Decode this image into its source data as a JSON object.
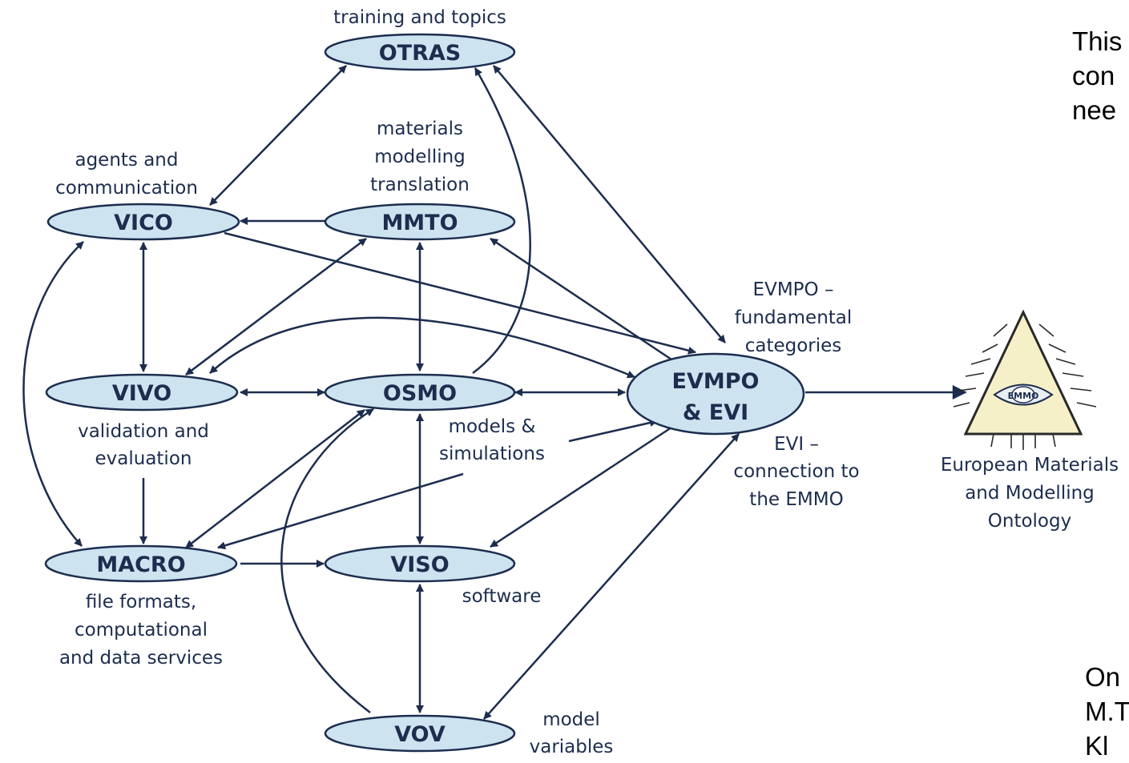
{
  "nodes": [
    {
      "id": "otras",
      "label": "OTRAS"
    },
    {
      "id": "vico",
      "label": "VICO"
    },
    {
      "id": "mmto",
      "label": "MMTO"
    },
    {
      "id": "vivo",
      "label": "VIVO"
    },
    {
      "id": "osmo",
      "label": "OSMO"
    },
    {
      "id": "evmpo",
      "label_lines": [
        "EVMPO",
        "& EVI"
      ]
    },
    {
      "id": "macro",
      "label": "MACRO"
    },
    {
      "id": "viso",
      "label": "VISO"
    },
    {
      "id": "vov",
      "label": "VOV"
    }
  ],
  "captions": {
    "otras": [
      "training and topics"
    ],
    "vico": [
      "agents and",
      "communication"
    ],
    "mmto": [
      "materials",
      "modelling",
      "translation"
    ],
    "vivo": [
      "validation and",
      "evaluation"
    ],
    "osmo": [
      "models &",
      "simulations"
    ],
    "evmpo_top": [
      "EVMPO –",
      "fundamental",
      "categories"
    ],
    "evi": [
      "EVI –",
      "connection to",
      "the EMMO"
    ],
    "macro": [
      "file formats,",
      "computational",
      "and data services"
    ],
    "viso": [
      "software"
    ],
    "vov": [
      "model",
      "variables"
    ],
    "emmo": [
      "European Materials",
      "and Modelling",
      "Ontology"
    ]
  },
  "emmo_logo_text": "EMMO",
  "side_text": {
    "top": [
      "This",
      "con",
      "nee"
    ],
    "bottom": [
      "On",
      "M.T",
      "Kl"
    ]
  },
  "colors": {
    "node_fill": "#cde3f0",
    "node_stroke": "#1c2d4e",
    "text": "#1c2d4e",
    "emmo_fill": "#f6f0c8"
  }
}
